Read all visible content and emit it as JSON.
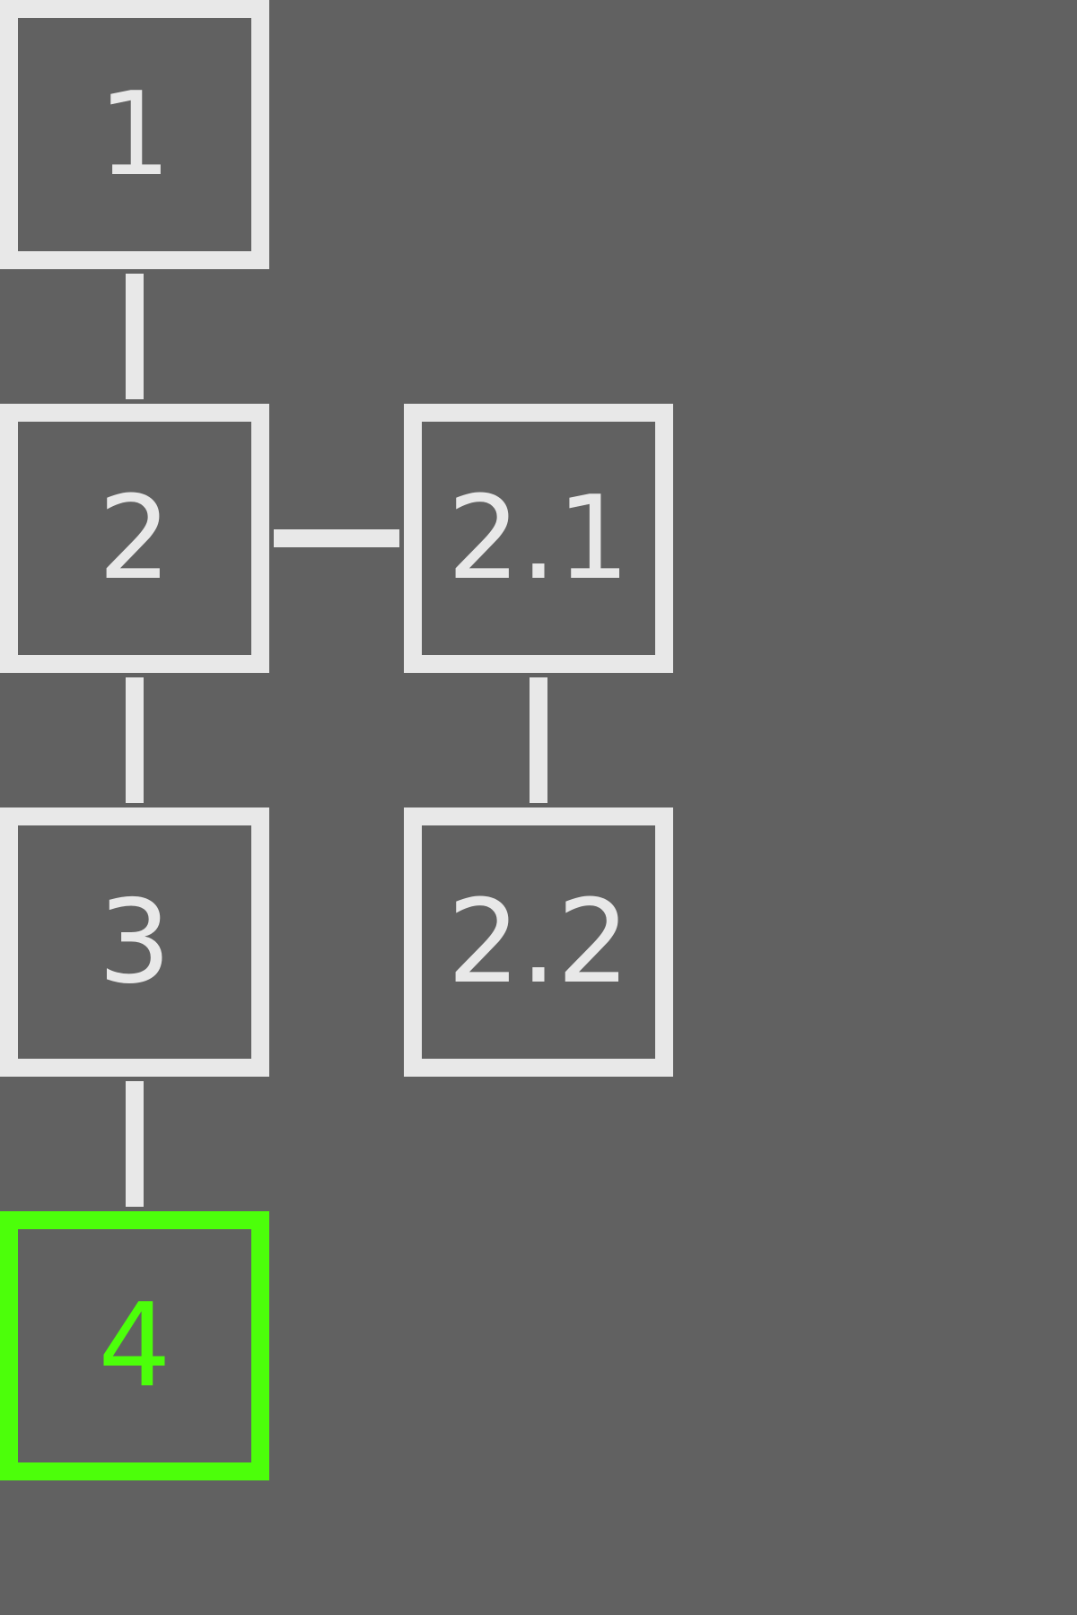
{
  "diagram": {
    "nodes": [
      {
        "id": "1",
        "label": "1",
        "selected": false
      },
      {
        "id": "2",
        "label": "2",
        "selected": false
      },
      {
        "id": "2.1",
        "label": "2.1",
        "selected": false
      },
      {
        "id": "3",
        "label": "3",
        "selected": false
      },
      {
        "id": "2.2",
        "label": "2.2",
        "selected": false
      },
      {
        "id": "4",
        "label": "4",
        "selected": true
      }
    ],
    "edges": [
      {
        "from": "1",
        "to": "2"
      },
      {
        "from": "2",
        "to": "3"
      },
      {
        "from": "3",
        "to": "4"
      },
      {
        "from": "2",
        "to": "2.1"
      },
      {
        "from": "2.1",
        "to": "2.2"
      }
    ],
    "colors": {
      "background": "#616161",
      "node": "#e8e8e8",
      "selected": "#4cff0a"
    }
  }
}
